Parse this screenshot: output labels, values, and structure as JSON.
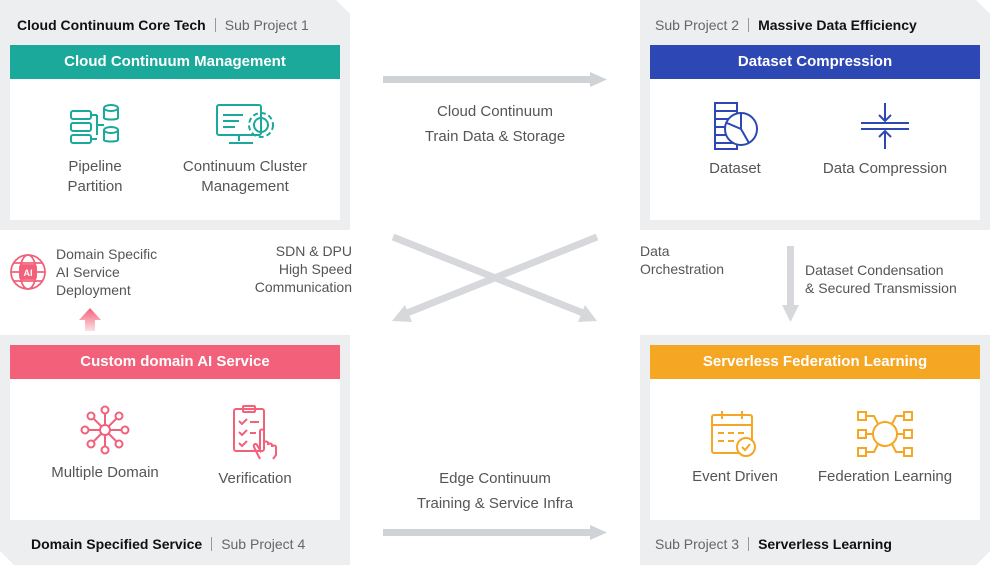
{
  "top_left": {
    "title": "Cloud Continuum Core Tech",
    "sub": "Sub Project 1",
    "card_title": "Cloud Continuum Management",
    "card_color": "#1aa99a",
    "item1": "Pipeline\nPartition",
    "item2": "Continuum Cluster\nManagement"
  },
  "top_right": {
    "sub": "Sub Project 2",
    "title": "Massive Data Efficiency",
    "card_title": "Dataset Compression",
    "card_color": "#2d47b5",
    "item1": "Dataset",
    "item2": "Data Compression"
  },
  "bottom_left": {
    "title": "Domain Specified Service",
    "sub": "Sub Project 4",
    "card_title": "Custom domain AI Service",
    "card_color": "#f2607a",
    "item1": "Multiple Domain",
    "item2": "Verification"
  },
  "bottom_right": {
    "sub": "Sub Project 3",
    "title": "Serverless Learning",
    "card_title": "Serverless Federation Learning",
    "card_color": "#f5a623",
    "item1": "Event Driven",
    "item2": "Federation Learning"
  },
  "flows": {
    "top": "Cloud Continuum\nTrain Data & Storage",
    "bottom": "Edge Continuum\nTraining & Service Infra",
    "sdn": "SDN & DPU\nHigh Speed\nCommunication",
    "orchestration": "Data\nOrchestration",
    "condensation": "Dataset Condensation\n& Secured Transmission",
    "ai_deploy": "Domain Specific\nAI Service\nDeployment",
    "ai_badge": "AI"
  }
}
